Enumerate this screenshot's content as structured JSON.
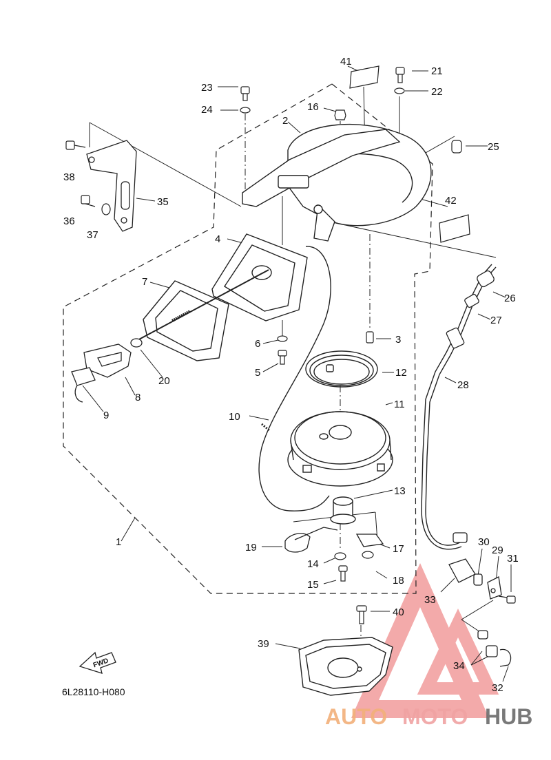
{
  "diagram_code": "6L28110-H080",
  "fwd_label": "FWD",
  "watermark": {
    "part1": "AUTO",
    "part2": "MOTO",
    "part3": "HUB"
  },
  "labels": {
    "p1": "1",
    "p2": "2",
    "p3": "3",
    "p4": "4",
    "p5": "5",
    "p6": "6",
    "p7": "7",
    "p8": "8",
    "p9": "9",
    "p10": "10",
    "p11": "11",
    "p12": "12",
    "p13": "13",
    "p14": "14",
    "p15": "15",
    "p16": "16",
    "p17": "17",
    "p18": "18",
    "p19": "19",
    "p20": "20",
    "p21": "21",
    "p22": "22",
    "p23": "23",
    "p24": "24",
    "p25": "25",
    "p26": "26",
    "p27": "27",
    "p28": "28",
    "p29": "29",
    "p30": "30",
    "p31": "31",
    "p32": "32",
    "p33": "33",
    "p34": "34",
    "p35": "35",
    "p36": "36",
    "p37": "37",
    "p38": "38",
    "p39": "39",
    "p40": "40",
    "p41": "41",
    "p42": "42"
  }
}
